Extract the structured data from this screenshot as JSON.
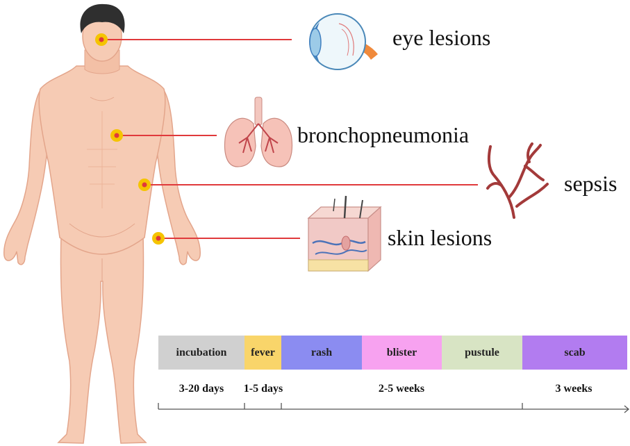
{
  "symptoms": [
    {
      "label": "eye lesions",
      "icon": "eye-icon"
    },
    {
      "label": "bronchopneumonia",
      "icon": "lungs-icon"
    },
    {
      "label": "sepsis",
      "icon": "blood-vessels-icon"
    },
    {
      "label": "skin lesions",
      "icon": "skin-section-icon"
    }
  ],
  "timeline": {
    "stages": [
      {
        "label": "incubation",
        "color": "#d0d0d0"
      },
      {
        "label": "fever",
        "color": "#f9d56a"
      },
      {
        "label": "rash",
        "color": "#8b8cf1"
      },
      {
        "label": "blister",
        "color": "#f7a2f0"
      },
      {
        "label": "pustule",
        "color": "#d8e4c4"
      },
      {
        "label": "scab",
        "color": "#b27cf0"
      }
    ],
    "durations": [
      "3-20 days",
      "1-5 days",
      "2-5 weeks",
      "3 weeks"
    ]
  },
  "colors": {
    "connector": "#e0393b",
    "skin": "#f6cbb4",
    "skin_outline": "#e3a58b",
    "hair": "#2f2f2f",
    "marker": "#f5c400"
  }
}
